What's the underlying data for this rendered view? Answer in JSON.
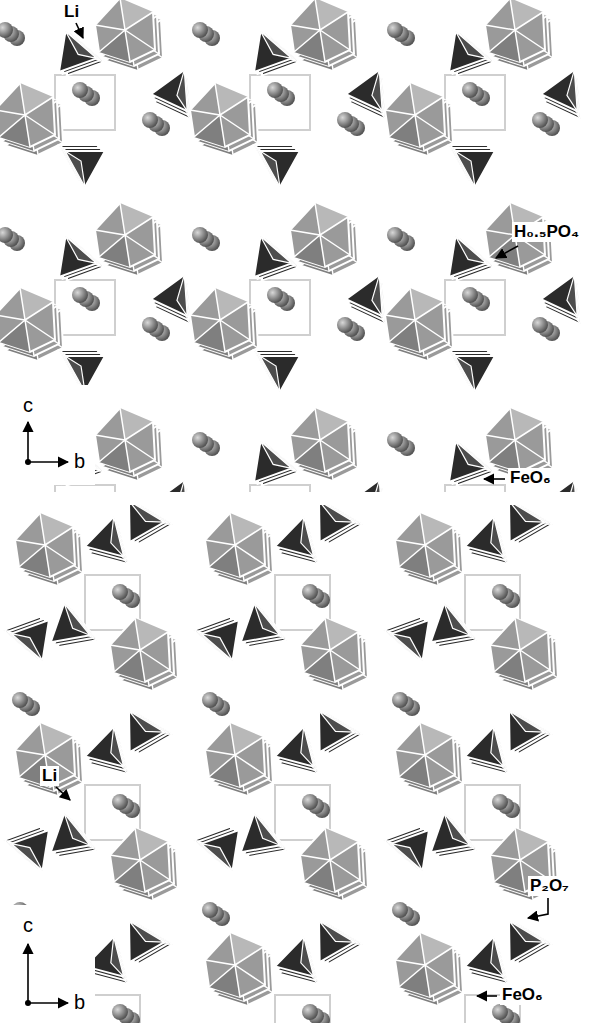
{
  "diagram": {
    "labels": [
      "Li",
      "H₀.₅PO₄",
      "FeO₆",
      "c",
      "b",
      "Li",
      "P₂O₇",
      "FeO₆",
      "c",
      "b"
    ]
  }
}
